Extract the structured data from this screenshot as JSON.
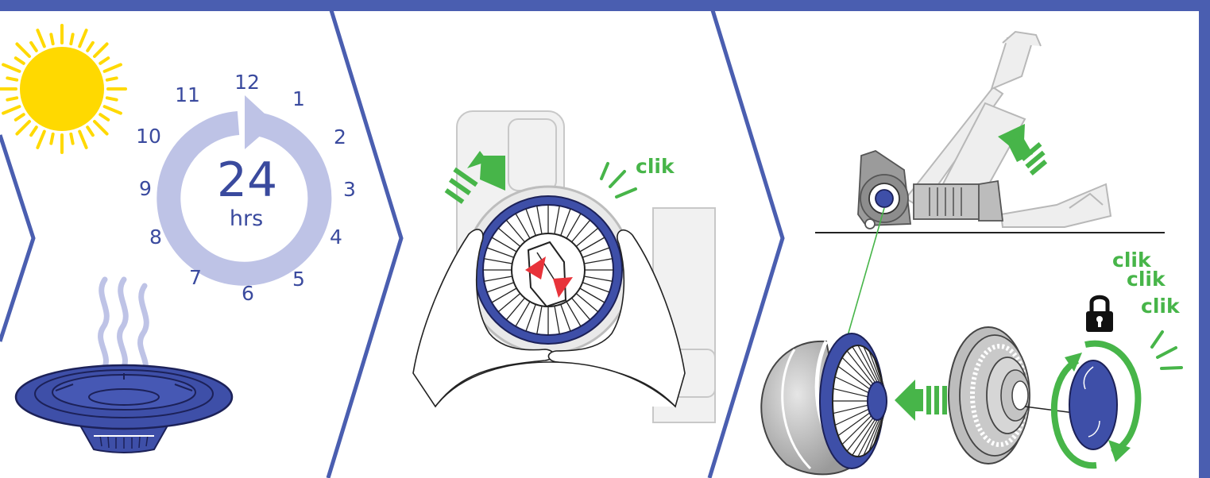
{
  "colors": {
    "frame": "#4a5eb0",
    "ring_light": "#bec3e6",
    "accent_blue": "#3e4fa8",
    "green": "#47b549",
    "sun": "#ffd900",
    "red_arrow": "#e8333a"
  },
  "panel1": {
    "clock_numbers": [
      "12",
      "1",
      "2",
      "3",
      "4",
      "5",
      "6",
      "7",
      "8",
      "9",
      "10",
      "11"
    ],
    "duration_value": "24",
    "duration_unit": "hrs"
  },
  "panel2": {
    "sound_label": "clik"
  },
  "panel3": {
    "sound_labels": [
      "clik",
      "clik",
      "clik"
    ],
    "lock_icon": "padlock-icon"
  }
}
